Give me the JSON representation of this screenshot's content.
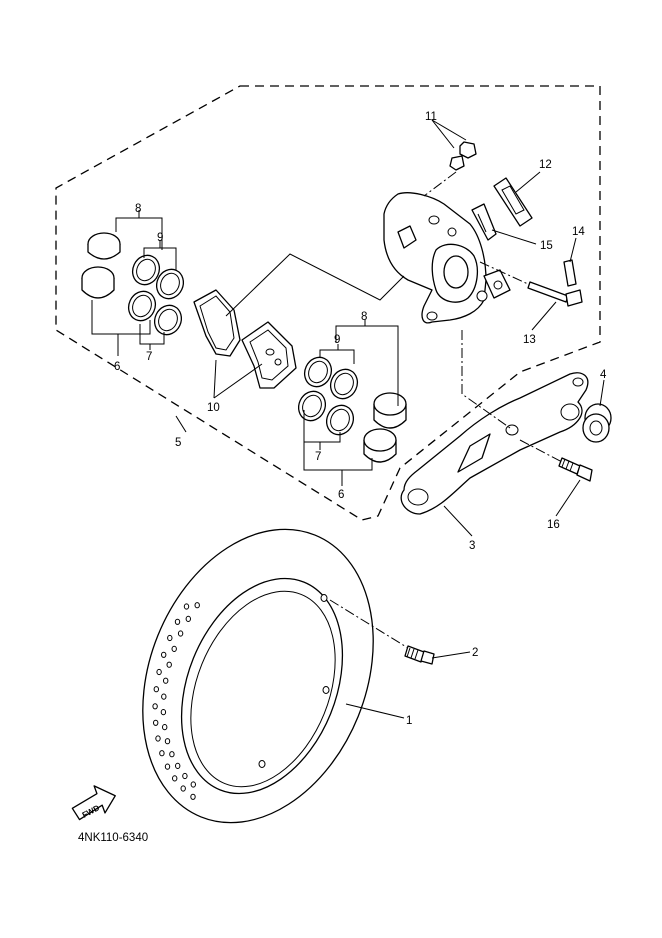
{
  "callouts": {
    "n1": "1",
    "n2": "2",
    "n3": "3",
    "n4": "4",
    "n5": "5",
    "n6a": "6",
    "n6b": "6",
    "n7a": "7",
    "n7b": "7",
    "n8a": "8",
    "n8b": "8",
    "n9a": "9",
    "n9b": "9",
    "n10": "10",
    "n11": "11",
    "n12": "12",
    "n13": "13",
    "n14": "14",
    "n15": "15",
    "n16": "16"
  },
  "fwd_label": "FWD",
  "diagram_code": "4NK110-6340"
}
